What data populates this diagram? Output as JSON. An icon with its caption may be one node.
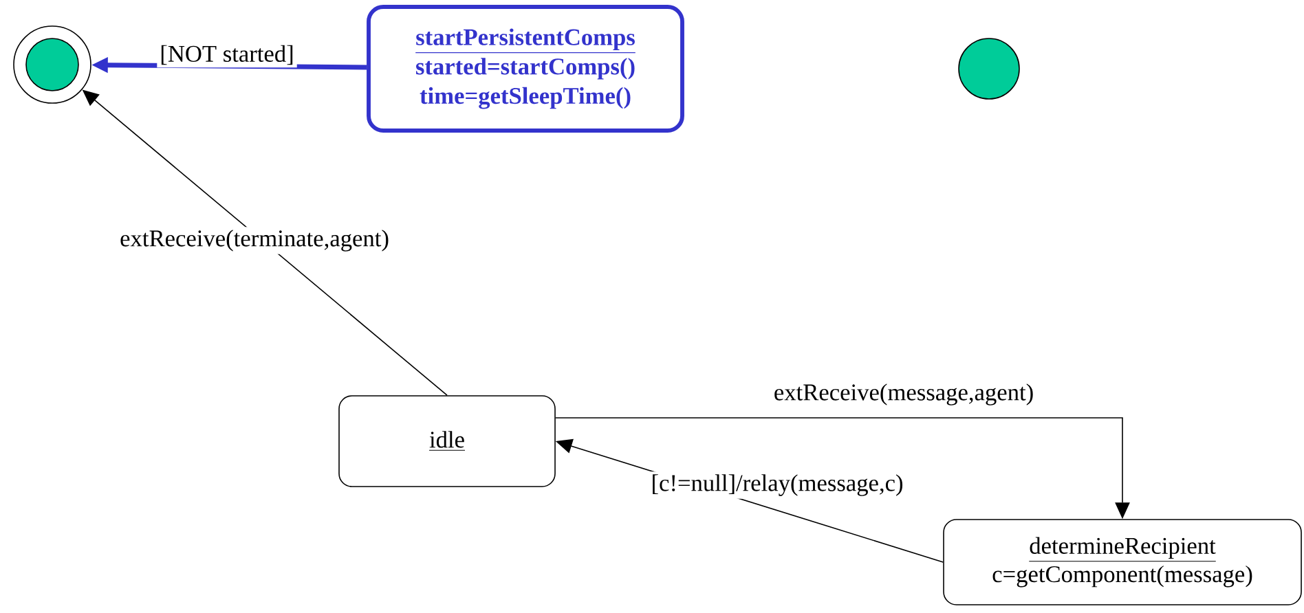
{
  "diagram": {
    "nodes": [
      {
        "text": [],
        "shape": "circle"
      },
      {
        "text": [
          "startPersistentComps",
          "started=startComps()",
          "time=getSleepTime()"
        ]
      },
      {
        "text": [],
        "shape": "circle"
      },
      {
        "text": [
          "idle"
        ]
      },
      {
        "text": [
          "determineRecipient",
          "c=getComponent(message)"
        ]
      }
    ],
    "edges": [
      {
        "from": 1,
        "to": 0,
        "arrow": "to",
        "label": "[NOT started]",
        "style": "thick",
        "color": "#3333cc"
      },
      {
        "from": 3,
        "to": 0,
        "arrow": "to",
        "label": "extReceive(terminate,agent)"
      },
      {
        "from": 3,
        "to": 4,
        "arrow": "to",
        "label": "extReceive(message,agent)"
      },
      {
        "from": 4,
        "to": 3,
        "arrow": "to",
        "label": "[c!=null]/relay(message,c)"
      }
    ]
  }
}
